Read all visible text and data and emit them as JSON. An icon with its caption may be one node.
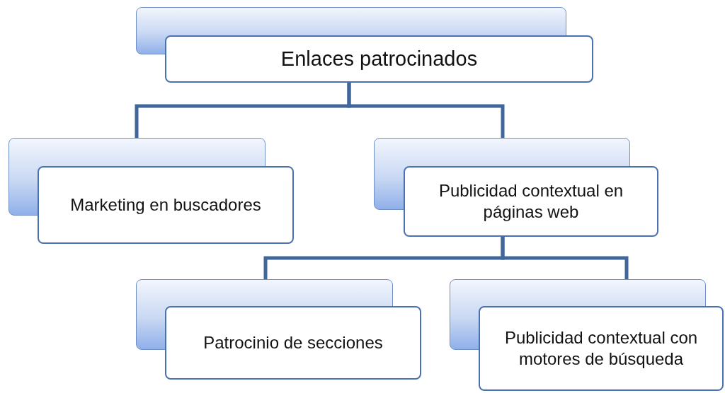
{
  "diagram": {
    "nodes": [
      {
        "text": [
          "Enlaces patrocinados"
        ]
      },
      {
        "text": [
          "Marketing en buscadores"
        ]
      },
      {
        "text": [
          "Publicidad contextual en páginas web"
        ]
      },
      {
        "text": [
          "Patrocinio de secciones"
        ]
      },
      {
        "text": [
          "Publicidad contextual con motores de búsqueda"
        ]
      }
    ],
    "edges": [
      {
        "from": 0,
        "to": 1,
        "arrow": "none"
      },
      {
        "from": 0,
        "to": 2,
        "arrow": "none"
      },
      {
        "from": 2,
        "to": 3,
        "arrow": "none"
      },
      {
        "from": 2,
        "to": 4,
        "arrow": "none"
      }
    ]
  }
}
